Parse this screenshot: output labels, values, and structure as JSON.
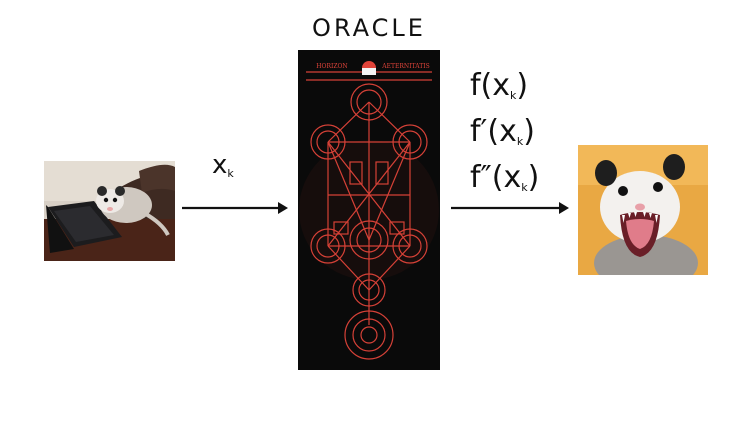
{
  "oracle": {
    "title": "ORACLE",
    "header_left": "HORIZON",
    "header_right": "AETERNITATIS"
  },
  "input": {
    "symbol": "x",
    "subscript": "k"
  },
  "outputs": [
    {
      "prefix": "f(",
      "symbol": "x",
      "subscript": "k",
      "suffix": ")"
    },
    {
      "prefix": "f′(",
      "symbol": "x",
      "subscript": "k",
      "suffix": ")"
    },
    {
      "prefix": "f″(",
      "symbol": "x",
      "subscript": "k",
      "suffix": ")"
    }
  ],
  "colors": {
    "oracle_background": "#0a0a0a",
    "oracle_lines": "#e0443a",
    "arrow": "#111111"
  },
  "icons": {
    "input_image": "opossum-at-laptop",
    "output_image": "opossum-screaming",
    "oracle_image": "sefirot-tree-diagram"
  }
}
